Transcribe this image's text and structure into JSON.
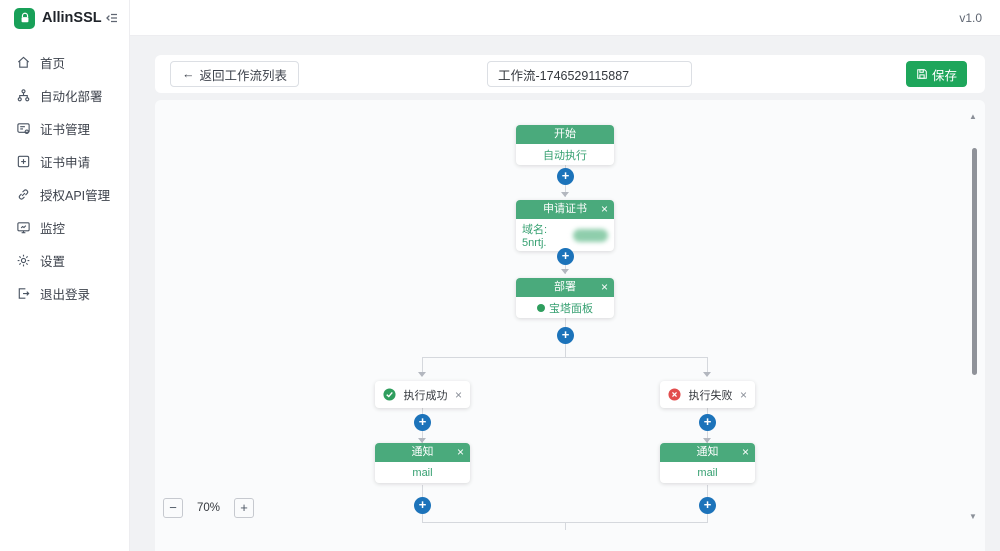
{
  "app": {
    "name": "AllinSSL",
    "version": "v1.0"
  },
  "sidebar": {
    "items": [
      {
        "label": "首页"
      },
      {
        "label": "自动化部署"
      },
      {
        "label": "证书管理"
      },
      {
        "label": "证书申请"
      },
      {
        "label": "授权API管理"
      },
      {
        "label": "监控"
      },
      {
        "label": "设置"
      },
      {
        "label": "退出登录"
      }
    ]
  },
  "toolbar": {
    "back_arrow": "←",
    "back_label": "返回工作流列表",
    "workflow_name": "工作流-1746529115887",
    "save_label": "保存"
  },
  "canvas": {
    "start": {
      "title": "开始",
      "body": "自动执行"
    },
    "apply": {
      "title": "申请证书",
      "body_label": "域名: 5nrtj.",
      "close": "×"
    },
    "deploy": {
      "title": "部署",
      "body": "宝塔面板",
      "close": "×"
    },
    "success": {
      "label": "执行成功",
      "close": "×"
    },
    "fail": {
      "label": "执行失败",
      "close": "×"
    },
    "notify_left": {
      "title": "通知",
      "body": "mail",
      "close": "×"
    },
    "notify_right": {
      "title": "通知",
      "body": "mail",
      "close": "×"
    },
    "plus": "+",
    "zoom": {
      "minus": "−",
      "level": "70%",
      "plus": "+"
    },
    "scroll_up": "▲",
    "scroll_down": "▼"
  },
  "colors": {
    "accent_green": "#18a058",
    "node_header_green": "#4aaa7c",
    "plus_blue": "#1c73ba",
    "success_green": "#2f9e5e",
    "error_red": "#e24d4d"
  }
}
